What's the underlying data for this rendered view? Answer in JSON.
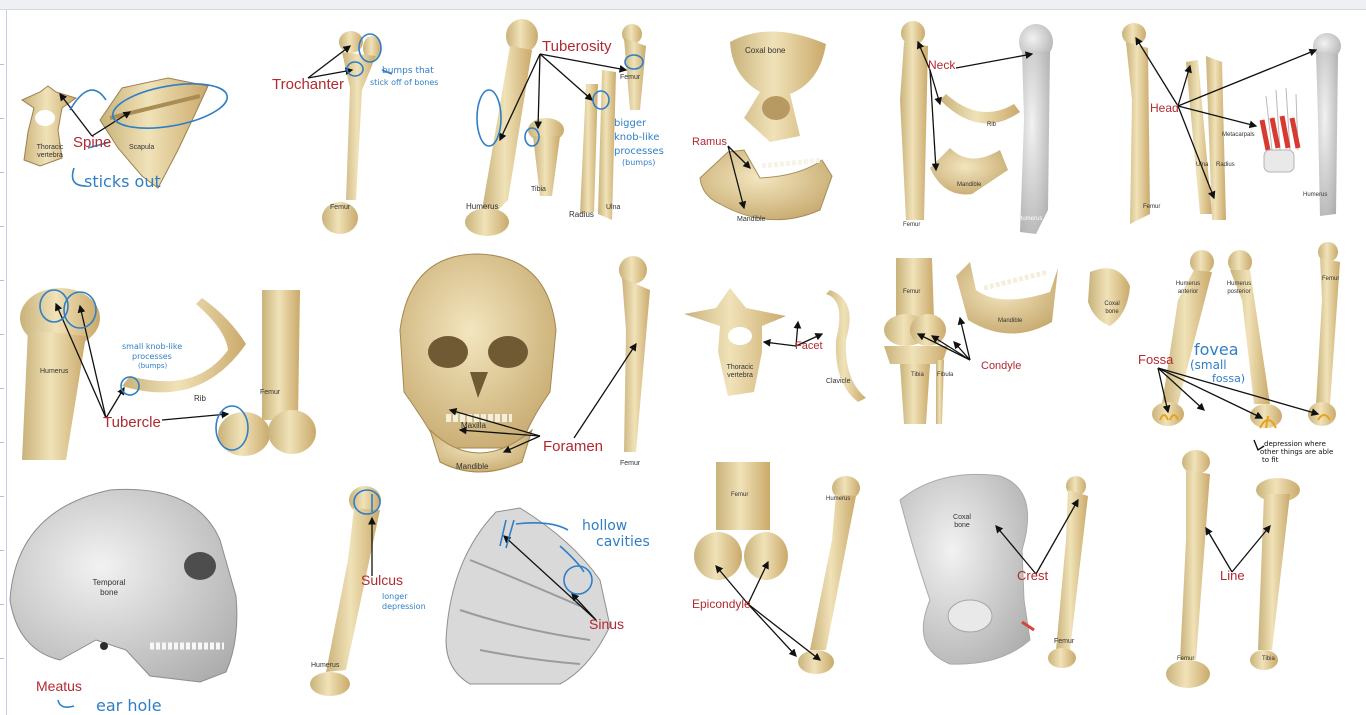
{
  "colors": {
    "bone": "#e8d6a3",
    "bone_shadow": "#c9b27a",
    "term_label": "#b02a30",
    "annotation_blue": "#2f7fc6",
    "annotation_orange": "#e8a21a",
    "skull_gray": "#cfcac2"
  },
  "terms": {
    "spine": "Spine",
    "trochanter": "Trochanter",
    "tuberosity": "Tuberosity",
    "ramus": "Ramus",
    "neck": "Neck",
    "head": "Head",
    "tubercle": "Tubercle",
    "foramen": "Foramen",
    "facet": "Facet",
    "condyle": "Condyle",
    "fossa": "Fossa",
    "meatus": "Meatus",
    "sulcus": "Sulcus",
    "sinus": "Sinus",
    "epicondyle": "Epicondyle",
    "crest": "Crest",
    "line": "Line"
  },
  "bone_labels": {
    "thoracic_vertebra_1": "Thoracic vertebra",
    "scapula": "Scapula",
    "femur_trochanter": "Femur",
    "femur_tuberosity": "Femur",
    "humerus_tuberosity": "Humerus",
    "tibia_tuberosity": "Tibia",
    "radius": "Radius",
    "ulna": "Ulna",
    "coxal_ramus": "Coxal bone",
    "mandible_ramus": "Mandible",
    "femur_neck": "Femur",
    "rib_neck": "Rib",
    "mandible_neck": "Mandible",
    "humerus_neck": "Humerus",
    "femur_head": "Femur",
    "ulna_head": "Ulna",
    "radius_head": "Radius",
    "metacarpals": "Metacarpals",
    "humerus_head": "Humerus",
    "humerus_tubercle": "Humerus",
    "rib_tubercle": "Rib",
    "femur_tubercle": "Femur",
    "maxilla": "Maxilla",
    "mandible_foramen": "Mandible",
    "femur_foramen": "Femur",
    "thoracic_vertebra_2": "Thoracic vertebra",
    "clavicle": "Clavicle",
    "femur_condyle": "Femur",
    "mandible_condyle": "Mandible",
    "tibia_condyle": "Tibia",
    "fibula": "Fibula",
    "coxal_fossa": "Coxal bone",
    "humerus_anterior": "Humerus anterior",
    "humerus_posterior": "Humerus posterior",
    "femur_fossa": "Femur",
    "temporal_bone": "Temporal bone",
    "humerus_sulcus": "Humerus",
    "femur_epicondyle": "Femur",
    "humerus_epicondyle": "Humerus",
    "coxal_crest": "Coxal bone",
    "femur_crest": "Femur",
    "femur_line": "Femur",
    "tibia_line": "Tibia"
  },
  "annotations": {
    "sticks_out": "sticks out",
    "bumps_that": "bumps that",
    "stick_off_bones": "stick off of bones",
    "bigger": "bigger",
    "knob_like": "knob-like",
    "processes": "processes",
    "bumps_paren": "(bumps)",
    "small_knob_like": "small knob-like",
    "processes_2": "processes",
    "bumps_paren_2": "(bumps)",
    "fovea": "fovea",
    "small_paren": "(small",
    "fossa_paren": "fossa)",
    "depression_where": "depression where",
    "other_things": "other things are able",
    "to_fit": "to fit",
    "longer": "longer",
    "depression": "depression",
    "hollow": "hollow",
    "cavities": "cavities",
    "ear_hole": "ear hole"
  }
}
